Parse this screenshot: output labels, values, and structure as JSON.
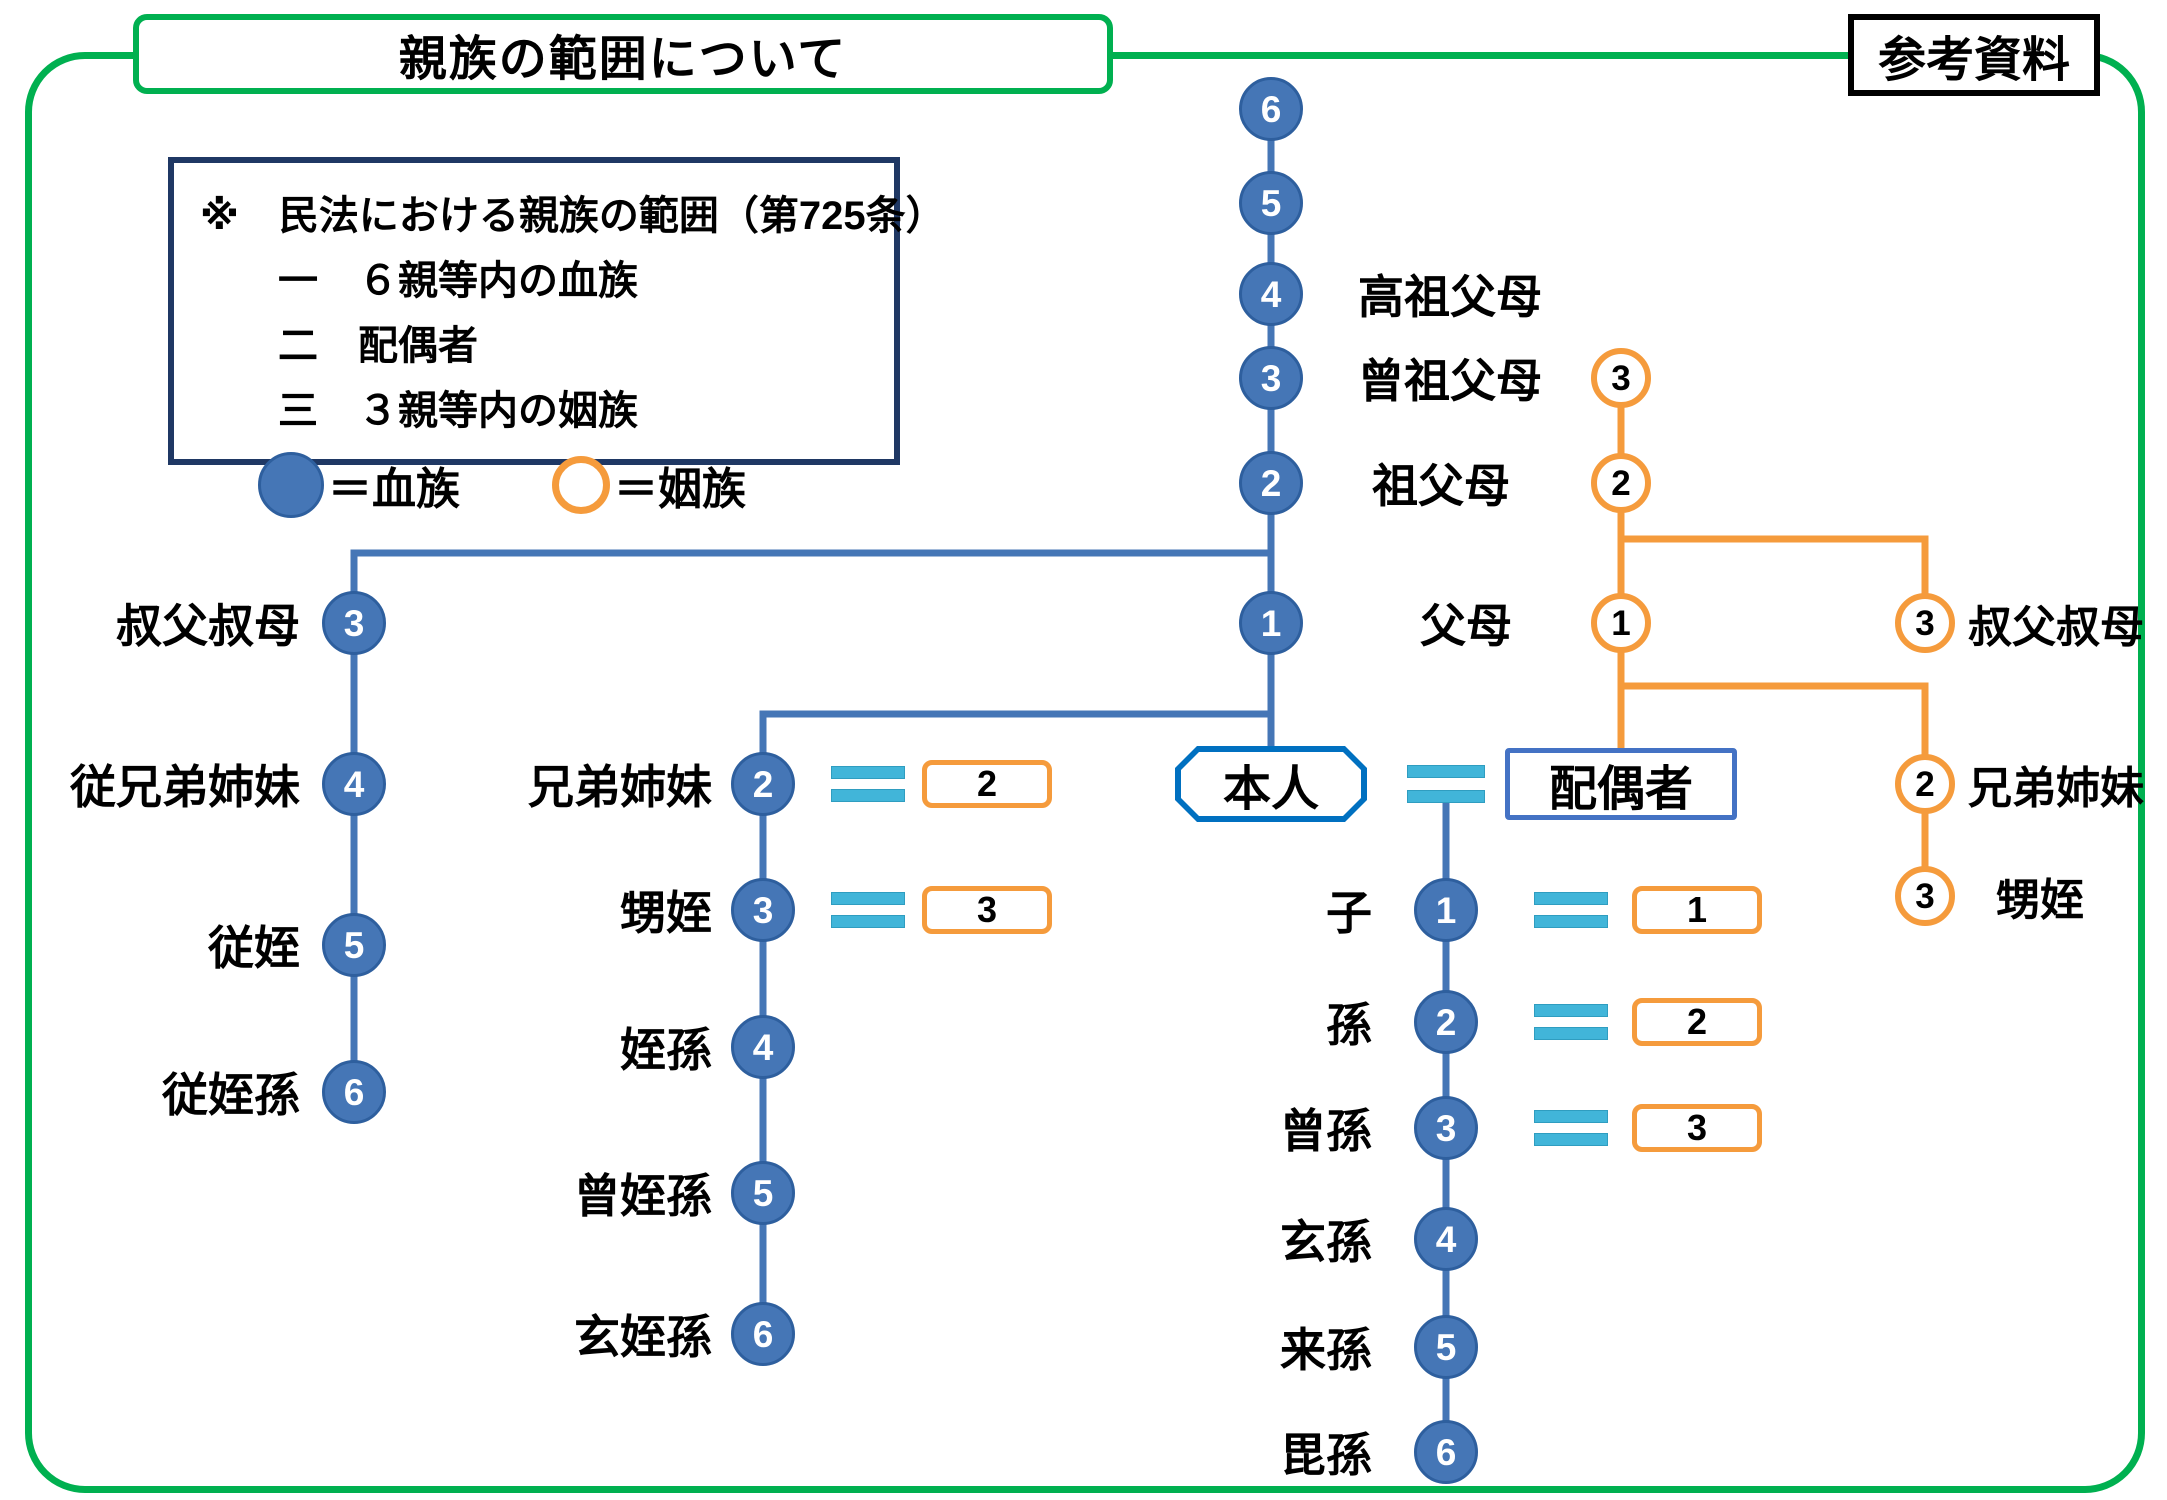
{
  "page": {
    "title": "親族の範囲について",
    "reference_label": "参考資料"
  },
  "legend": {
    "heading": "※　民法における親族の範囲（第725条）",
    "items": [
      "一　６親等内の血族",
      "二　配偶者",
      "三　３親等内の姻族"
    ],
    "blood_label": "＝血族",
    "affinity_label": "＝姻族"
  },
  "colors": {
    "blood_fill": "#4576b6",
    "blood_border": "#2e5f9e",
    "affinity_orange": "#f59b3c",
    "equals_blue": "#41b5d9",
    "frame_green": "#00b050",
    "legend_navy": "#1f3864",
    "self_border_blue": "#0070c0",
    "spouse_border_blue": "#4472c4"
  },
  "diagram": {
    "self": "本人",
    "spouse": "配偶者",
    "ancestors": {
      "d6": "6",
      "d5": "5",
      "d4": "4",
      "d3": "3",
      "d2": "2",
      "d1": "1",
      "label_d4": "高祖父母",
      "label_d3": "曾祖父母",
      "label_d2": "祖父母",
      "label_d1": "父母"
    },
    "uncle_line": [
      {
        "num": "3",
        "label": "叔父叔母"
      },
      {
        "num": "4",
        "label": "従兄弟姉妹"
      },
      {
        "num": "5",
        "label": "従姪"
      },
      {
        "num": "6",
        "label": "従姪孫"
      }
    ],
    "sibling_line": [
      {
        "num": "2",
        "label": "兄弟姉妹",
        "spouse_num": "2"
      },
      {
        "num": "3",
        "label": "甥姪",
        "spouse_num": "3"
      },
      {
        "num": "4",
        "label": "姪孫"
      },
      {
        "num": "5",
        "label": "曾姪孫"
      },
      {
        "num": "6",
        "label": "玄姪孫"
      }
    ],
    "descendant_line": [
      {
        "num": "1",
        "label": "子",
        "spouse_num": "1"
      },
      {
        "num": "2",
        "label": "孫",
        "spouse_num": "2"
      },
      {
        "num": "3",
        "label": "曾孫",
        "spouse_num": "3"
      },
      {
        "num": "4",
        "label": "玄孫"
      },
      {
        "num": "5",
        "label": "来孫"
      },
      {
        "num": "6",
        "label": "毘孫"
      }
    ],
    "spouse_ancestors": {
      "d3": "3",
      "d2": "2",
      "d1": "1"
    },
    "spouse_uncle": {
      "num": "3",
      "label": "叔父叔母"
    },
    "spouse_siblings": [
      {
        "num": "2",
        "label": "兄弟姉妹"
      },
      {
        "num": "3",
        "label": "甥姪"
      }
    ]
  }
}
